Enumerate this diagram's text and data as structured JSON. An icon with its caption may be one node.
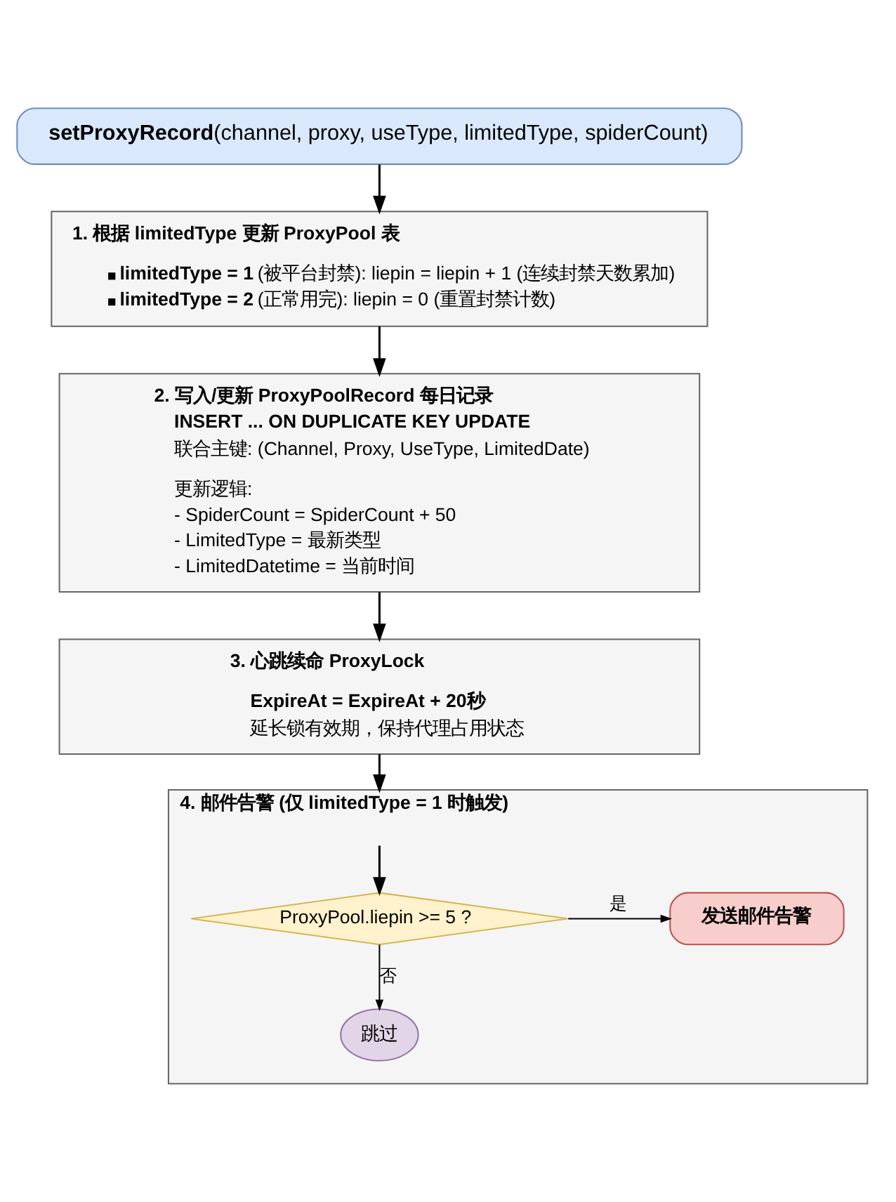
{
  "diagram": {
    "nodes": [
      {
        "text": [
          "**setProxyRecord**(channel, proxy, useType, limitedType, spiderCount)"
        ]
      },
      {
        "text": [
          "1. 根据 limitedType 更新 ProxyPool 表",
          "**limitedType = 1** (被平台封禁): liepin = liepin + 1 (连续封禁天数累加)",
          "**limitedType = 2** (正常用完): liepin = 0 (重置封禁计数)"
        ]
      },
      {
        "text": [
          "2. 写入/更新 ProxyPoolRecord 每日记录",
          "INSERT ... ON DUPLICATE KEY UPDATE",
          "联合主键: (Channel, Proxy, UseType, LimitedDate)",
          "更新逻辑:",
          "- SpiderCount = SpiderCount + 50",
          "- LimitedType = 最新类型",
          "- LimitedDatetime = 当前时间"
        ]
      },
      {
        "text": [
          "3. 心跳续命 ProxyLock",
          "ExpireAt = ExpireAt + 20秒",
          "延长锁有效期，保持代理占用状态"
        ]
      },
      {
        "text": [
          "4. 邮件告警 (仅 limitedType = 1 时触发)"
        ]
      },
      {
        "text": [
          "ProxyPool.liepin >= 5 ?"
        ],
        "in": 4
      },
      {
        "text": [
          "发送邮件告警"
        ],
        "in": 4
      },
      {
        "text": [
          "跳过"
        ],
        "in": 4
      }
    ],
    "edges": [
      {
        "from": 0,
        "to": 1,
        "arrow": "to"
      },
      {
        "from": 1,
        "to": 2,
        "arrow": "to"
      },
      {
        "from": 2,
        "to": 3,
        "arrow": "to"
      },
      {
        "from": 3,
        "to": 4,
        "arrow": "to"
      },
      {
        "from": null,
        "to": 5,
        "arrow": "to"
      },
      {
        "from": 5,
        "to": 6,
        "label": "是",
        "arrow": "to"
      },
      {
        "from": 5,
        "to": 7,
        "label": "否",
        "arrow": "to"
      }
    ]
  }
}
